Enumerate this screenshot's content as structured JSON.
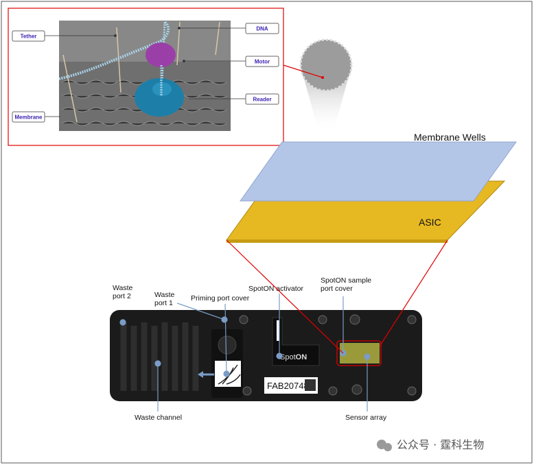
{
  "inset": {
    "labels": {
      "tether": "Tether",
      "membrane": "Membrane",
      "dna": "DNA",
      "motor": "Motor",
      "reader": "Reader"
    }
  },
  "layers": {
    "top": "Membrane Wells",
    "bottom": "ASIC"
  },
  "device": {
    "labels": {
      "waste_port_2": [
        "Waste",
        "port 2"
      ],
      "waste_port_1": [
        "Waste",
        "port 1"
      ],
      "priming_port_cover": "Priming port cover",
      "spoton_activator": "SpotON activator",
      "spoton_sample_port_cover": [
        "SpotON sample",
        "port cover"
      ],
      "waste_channel": "Waste channel",
      "sensor_array": "Sensor array"
    },
    "flowcell_id": "FAB20748",
    "logo_text": {
      "spot": "Spot",
      "on": "ON"
    }
  },
  "watermark": "公众号 · 霆科生物",
  "colors": {
    "highlight": "#e00000",
    "wells": "#b4c6e7",
    "asic": "#e6b822",
    "tag_text": "#3a1fb0",
    "pointer": "#7a9cc6"
  }
}
